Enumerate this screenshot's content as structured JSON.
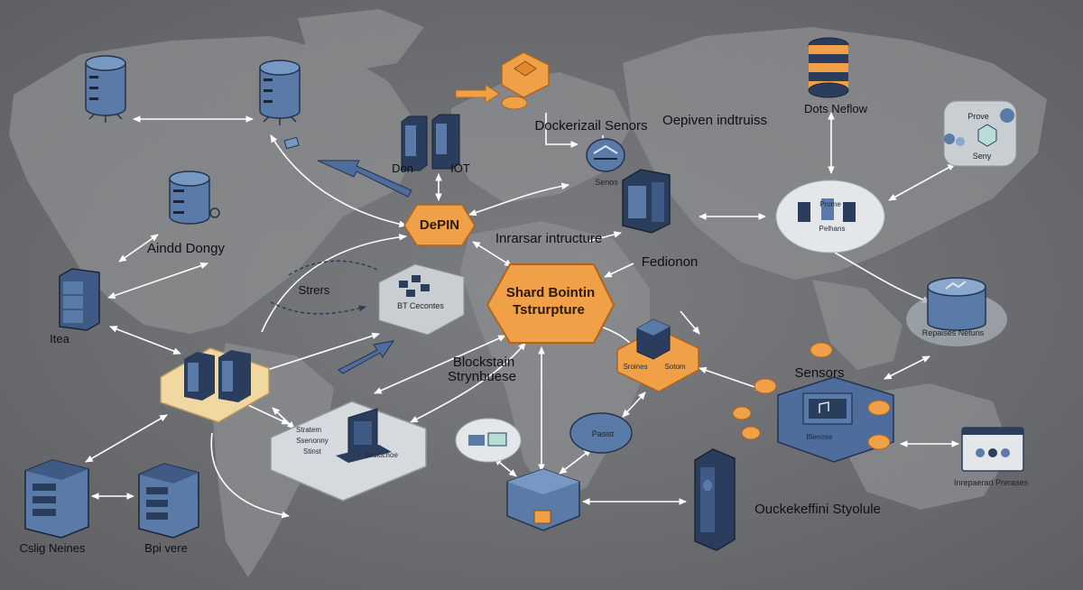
{
  "nodes": {
    "dockerized_sensors": "Dockerizail Senors",
    "depiven_industries": "Oepiven indtruiss",
    "dots_neflow": "Dots Neflow",
    "prove": "Prove",
    "seny": "Seny",
    "don": "Don",
    "iot": "IOT",
    "senos": "Senos",
    "depin": "DePIN",
    "infrastructure": "Inrarsar intructure",
    "aindd_dongy": "Aindd Dongy",
    "prome": "Prome",
    "pelhans": "Pelhans",
    "fedionon": "Fedionon",
    "strers": "Strers",
    "bt_cecontes": "BT Cecontes",
    "shard_line1": "Shard Bointin",
    "shard_line2": "Tstrurpture",
    "repaises_netuns": "Repaises Netuns",
    "itea": "Itea",
    "blockchain_line1": "Blockstain",
    "blockchain_line2": "Strynbuese",
    "sroines": "Sroines",
    "sotom": "Sotom",
    "sensors": "Sensors",
    "stratem": "Stratem",
    "blenose": "Blenose",
    "ssenonny": "Ssenonny",
    "stinst": "Stinst",
    "desiochoe": "Desiochoe",
    "pasist": "Pasist",
    "oueckekeffini": "Ouckekeffini Styolule",
    "inrepared_prerases": "Inrepaerad Prerases",
    "cslig_neines": "Cslig Neines",
    "bpi_vere": "Bpi vere"
  },
  "colors": {
    "background": "#6f7173",
    "land": "#8a8c8e",
    "hub_orange": "#f0a148",
    "hub_orange_dark": "#c87828",
    "server_blue": "#5a7aa8",
    "server_dark": "#2b3d5c",
    "platform_beige": "#f0d8a0",
    "panel_light": "#e3e7ea",
    "arrow": "#ffffff"
  }
}
